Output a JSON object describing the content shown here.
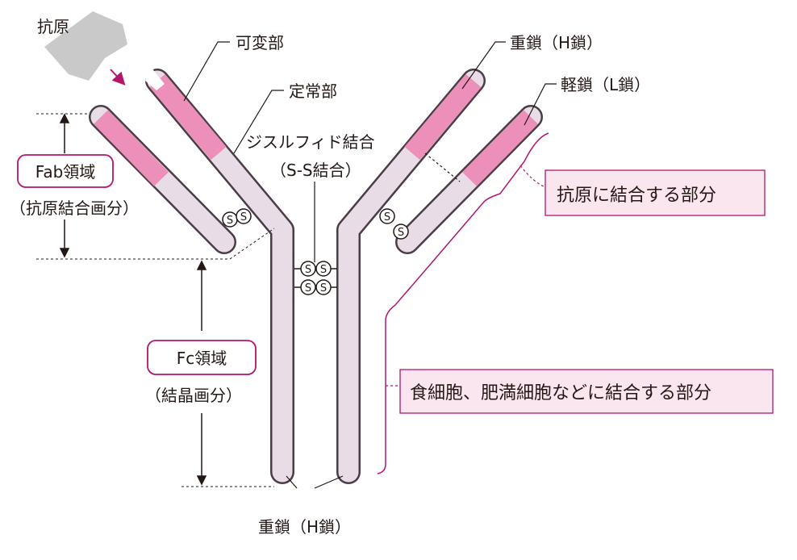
{
  "labels": {
    "antigen": "抗原",
    "variable_region": "可変部",
    "constant_region": "定常部",
    "disulfide_bond_line1": "ジスルフィド結合",
    "disulfide_bond_line2": "（S-S結合）",
    "heavy_chain_top": "重鎖（H鎖）",
    "light_chain": "軽鎖（L鎖）",
    "heavy_chain_bottom": "重鎖（H鎖）",
    "fab_region": "Fab領域",
    "fab_sub": "（抗原結合画分）",
    "fc_region": "Fc領域",
    "fc_sub": "（結晶画分）",
    "antigen_binding_part": "抗原に結合する部分",
    "cell_binding_part": "食細胞、肥満細胞などに結合する部分",
    "s_glyph": "S"
  },
  "colors": {
    "chain_fill": "#e8dce6",
    "chain_stroke": "#4a3d47",
    "variable_fill": "#ec8fb9",
    "accent": "#b3166d",
    "box_fill": "#f9e6ef",
    "antigen_fill": "#c9c9ca",
    "line": "#231815"
  },
  "icons": {
    "antigen_shape": "antigen-block-icon",
    "arrow": "arrow-down-right-icon"
  }
}
